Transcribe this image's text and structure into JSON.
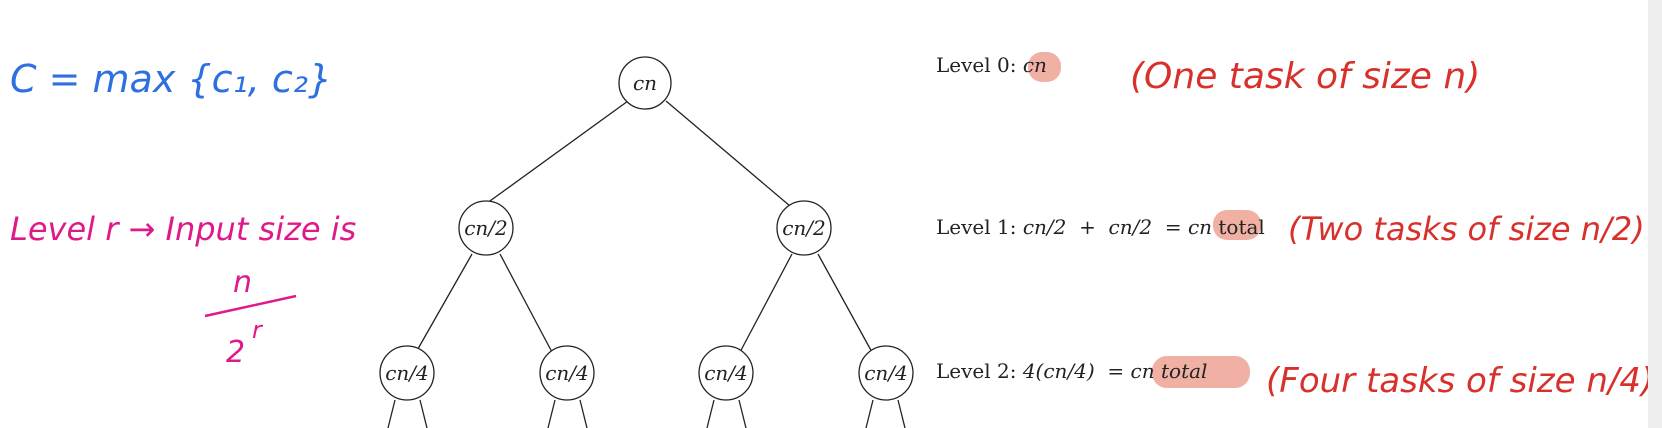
{
  "handwritten": {
    "c_def": "C = max {c₁, c₂}",
    "level_r": "Level r → Input size is",
    "fraction_num": "n",
    "fraction_den": "2",
    "fraction_exp": "r",
    "note0": "(One task of size n)",
    "note1": "(Two tasks of size n/2)",
    "note2": "(Four tasks of size n/4)"
  },
  "tree": {
    "root": "cn",
    "level1": [
      "cn/2",
      "cn/2"
    ],
    "level2": [
      "cn/4",
      "cn/4",
      "cn/4",
      "cn/4"
    ]
  },
  "levels": [
    {
      "prefix": "Level 0: ",
      "expr": "",
      "highlight": "cn",
      "suffix": ""
    },
    {
      "prefix": "Level 1: ",
      "expr": "cn/2  +  cn/2  = ",
      "highlight": "cn",
      "suffix": " total"
    },
    {
      "prefix": "Level 2: ",
      "expr": "4(cn/4)  = ",
      "highlight": "cn total",
      "suffix": ""
    }
  ],
  "colors": {
    "blue_ink": "#2f6fe0",
    "magenta_ink": "#e0198a",
    "red_ink": "#d8302a",
    "highlight": "#f0b0a4"
  }
}
